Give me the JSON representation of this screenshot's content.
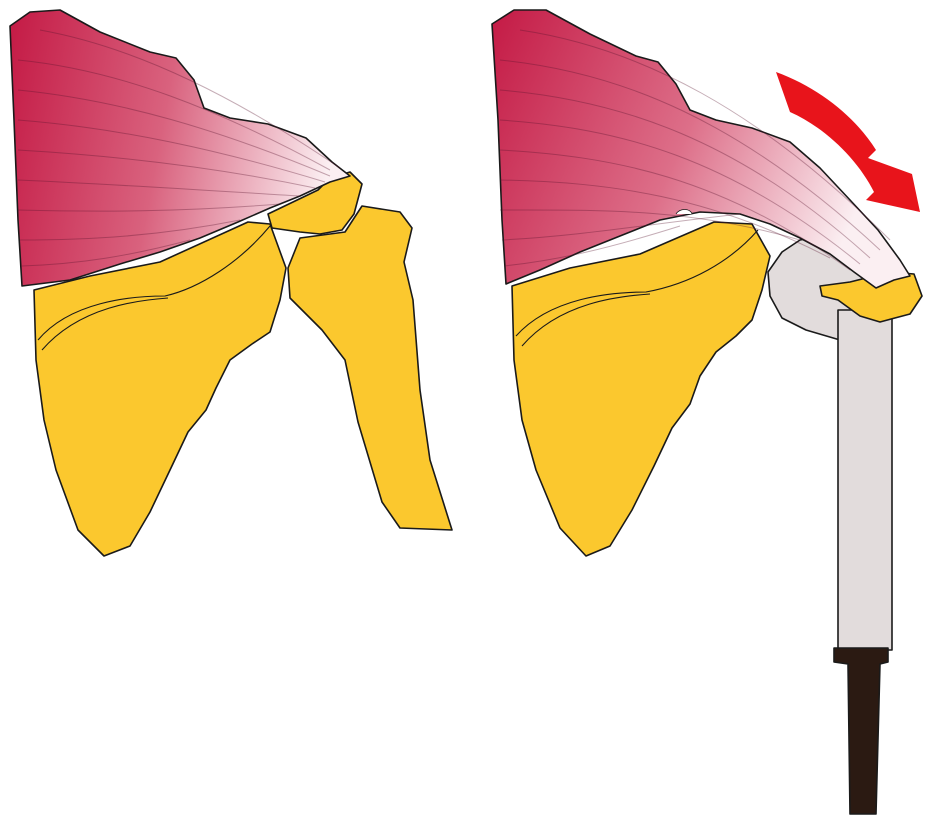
{
  "figure": {
    "panels": [
      {
        "id": "left",
        "state": "muscle-attached-to-bone"
      },
      {
        "id": "right",
        "state": "muscle-transferred-to-prosthesis"
      }
    ],
    "colors": {
      "bone": "#fbc82e",
      "bone_outline": "#1a1a1a",
      "muscle_dark": "#c41a45",
      "muscle_light": "#fbeff2",
      "prosthesis": "#e2dcdc",
      "prosthesis_stem": "#2b1a12",
      "arrow": "#e8141b",
      "background": "#ffffff"
    },
    "icons": {
      "arrow": "curved-arrow-icon"
    }
  }
}
